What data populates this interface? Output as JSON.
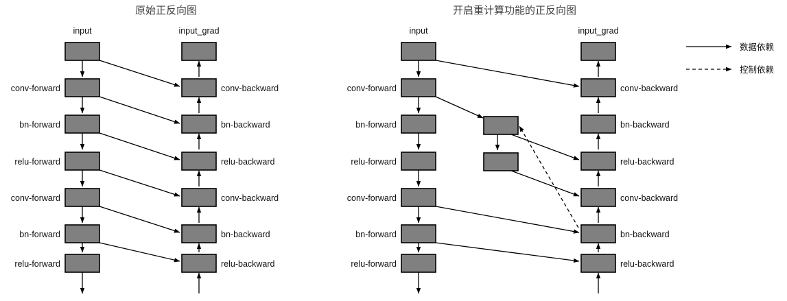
{
  "panels": [
    {
      "id": "original",
      "title": "原始正反向图",
      "column_headers": {
        "forward": "input",
        "backward": "input_grad"
      },
      "forward_labels": [
        "conv-forward",
        "bn-forward",
        "relu-forward",
        "conv-forward",
        "bn-forward",
        "relu-forward"
      ],
      "backward_labels": [
        "conv-backward",
        "bn-backward",
        "relu-backward",
        "conv-backward",
        "bn-backward",
        "relu-backward"
      ],
      "forward_nodes": 7,
      "backward_nodes": 7,
      "recompute_nodes": 0
    },
    {
      "id": "recompute",
      "title": "开启重计算功能的正反向图",
      "column_headers": {
        "forward": "input",
        "backward": "input_grad"
      },
      "forward_labels": [
        "conv-forward",
        "bn-forward",
        "relu-forward",
        "conv-forward",
        "bn-forward",
        "relu-forward"
      ],
      "backward_labels": [
        "conv-backward",
        "bn-backward",
        "relu-backward",
        "conv-backward",
        "bn-backward",
        "relu-backward"
      ],
      "forward_nodes": 7,
      "backward_nodes": 7,
      "recompute_nodes": 2
    }
  ],
  "legend": {
    "items": [
      {
        "label": "数据依赖",
        "style": "solid",
        "icon": "solid-arrow-icon"
      },
      {
        "label": "控制依赖",
        "style": "dashed",
        "icon": "dashed-arrow-icon"
      }
    ]
  },
  "colors": {
    "node_fill": "#808080",
    "node_stroke": "#000000",
    "edge": "#000000",
    "title": "#3f3f3f",
    "background": "#ffffff"
  }
}
